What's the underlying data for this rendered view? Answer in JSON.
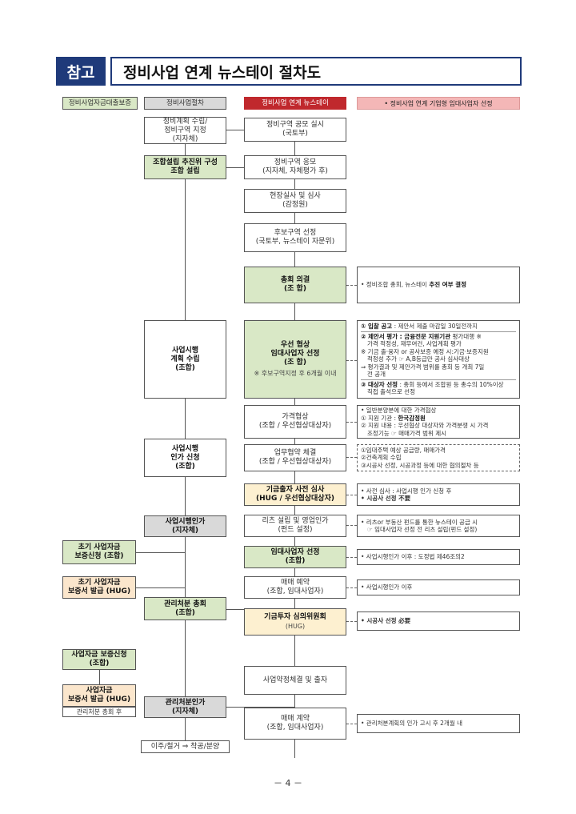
{
  "header": {
    "tag": "참고",
    "title": "정비사업 연계 뉴스테이 절차도"
  },
  "columns": {
    "col1": "정비사업자금대출보증",
    "col2": "정비사업절차",
    "col3": "정비사업 연계 뉴스테이",
    "col4": "• 정비사업 연계 기업형 임대사업자 선정"
  },
  "col2": {
    "plan": [
      "정비계획 수립/",
      "정비구역 지정",
      "(지자체)"
    ],
    "assoc": [
      "조합설립 추진위 구성",
      "조합 설립"
    ],
    "project_plan": [
      "사업시행",
      "계획 수립",
      "(조합)"
    ],
    "approval_apply": [
      "사업시행",
      "인가 신청",
      "(조합)"
    ],
    "approval": [
      "사업시행인가",
      "(지자체)"
    ],
    "disposal_meeting": [
      "관리처분 총회",
      "(조합)"
    ],
    "disposal_approval": [
      "관리처분인가",
      "(지자체)"
    ],
    "final": "이주/철거 ⇒ 착공/분양"
  },
  "col1": {
    "initial_apply": [
      "초기 사업자금",
      "보증신청 (조합)"
    ],
    "initial_issue": [
      "초기 사업자금",
      "보증서 발급 (HUG)"
    ],
    "fund_apply": [
      "사업자금 보증신청",
      "(조합)"
    ],
    "fund_issue": [
      "사업자금",
      "보증서 발급 (HUG)"
    ],
    "fund_issue_note": "관리처분 총회 후"
  },
  "col3": {
    "s1": [
      "정비구역 공모 실시",
      "(국토부)"
    ],
    "s2": [
      "정비구역 응모",
      "(지자체, 자체평가 후)"
    ],
    "s3": [
      "현장실사 및 심사",
      "(감정원)"
    ],
    "s4": [
      "후보구역 선정",
      "(국토부, 뉴스테이 자문위)"
    ],
    "s5": [
      "총회 의결",
      "(조 합)"
    ],
    "s6": [
      "우선 협상",
      "임대사업자 선정",
      "(조 합)"
    ],
    "s6_note": "※ 후보구역지정 후 6개월 이내",
    "s7": [
      "가격협상",
      "(조합 / 우선협상대상자)"
    ],
    "s8": [
      "업무협약 체결",
      "(조합 / 우선협상대상자)"
    ],
    "s9": [
      "기금출자 사전 심사",
      "(HUG / 우선협상대상자)"
    ],
    "s10": [
      "리츠 설립 및 영업인가",
      "(펀드 설정)"
    ],
    "s11": [
      "임대사업자 선정",
      "(조합)"
    ],
    "s12": [
      "매매 예약",
      "(조합, 임대사업자)"
    ],
    "s13": [
      "기금투자 심의위원회",
      "(HUG)"
    ],
    "s14": "사업약정체결 및 출자",
    "s15": [
      "매매 계약",
      "(조합, 임대사업자)"
    ]
  },
  "col4": {
    "n1": {
      "pre": "• 정비조합 총회, 뉴스테이 ",
      "bold": "추진 여부 결정"
    },
    "n2": {
      "l1b": "① 입찰 공고",
      "l1": " : 제안서 제출 마감일 30일전까지",
      "l2b": "② 제안서 평가 : 금융전문 지원기관",
      "l2": " 평가대행 ※",
      "l3": "가격 적정성, 재무여건, 사업계획 평가",
      "l4": "※ 기금 출·융자 or 공사보증 예정 시:기금·보증지원",
      "l5": "적정성 추가 ☞ A,B등급만 공사 심사대상",
      "l6": "⇒ 평가결과 및 제안가격 범위를 총회 등 개최 7일",
      "l7": "전 공개",
      "l8b": "③ 대상자 선정",
      "l8": " : 총회 등에서 조합원 등 총수의 10%이상",
      "l9": "직접 출석으로 선정"
    },
    "n3": {
      "l1": "• 일반분양분에 대한 가격협상",
      "l2": "① 지원 기관 : ",
      "l2b": "한국감정원",
      "l3": "② 지원 내용 : 우선협상 대상자와 가격분쟁 시 가격",
      "l4": "조정기능 ☞ 매매가격 범위 제시"
    },
    "n4": {
      "l1": "①임대주택 예상 공급량, 매매가격",
      "l2": "②건축계획 수립",
      "l3": "③시공사 선정, 시공과정 등에 대한 협의절차 등"
    },
    "n5": {
      "l1": "• 사전 심사 : 사업시행 인가 신청 후",
      "l2": "• 시공사 선정 不要"
    },
    "n6": {
      "l1": "• 리츠or 부동산 펀드를 통한 뉴스테이 공급 시",
      "l2": "☞ 임대사업자 선정 전 리츠 설립(펀드 설정)"
    },
    "n7": "• 사업시행인가 이후 : 도정법 제46조의2",
    "n8": "• 사업시행인가 이후",
    "n9": "• 시공사 선정 必要",
    "n10": "• 관리처분계획의 인가 고시 후 2개월 내"
  },
  "footer": {
    "page": "－ 4 －"
  }
}
